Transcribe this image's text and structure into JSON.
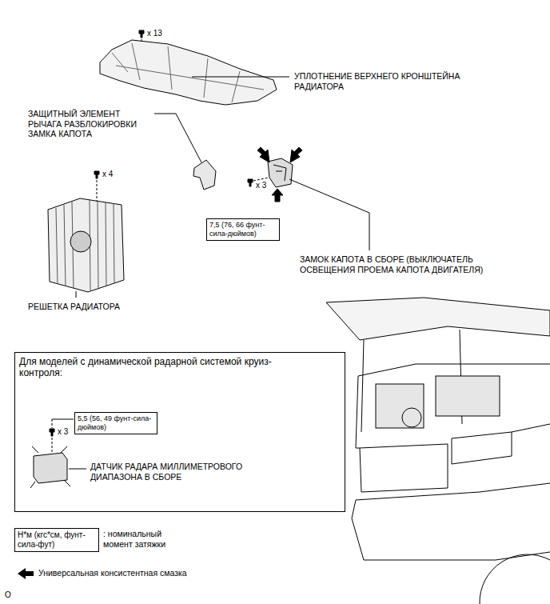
{
  "diagram": {
    "nodes": [
      {
        "text": [
          "7,5 (76, 66 фунт-сила-дюймов)"
        ]
      },
      {
        "text": [
          "Для моделей с динамической радарной системой круиз-контроля:"
        ]
      },
      {
        "text": [
          "5,5 (56, 49 фунт-сила-дюймов)"
        ],
        "in": 1
      },
      {
        "text": [
          "Н*м (кгс*см, фунт-сила-фут)"
        ]
      }
    ],
    "labels": [
      "x 13",
      "УПЛОТНЕНИЕ ВЕРХНЕГО КРОНШТЕЙНА РАДИАТОРА",
      "ЗАЩИТНЫЙ ЭЛЕМЕНТ РЫЧАГА РАЗБЛОКИРОВКИ ЗАМКА КАПОТА",
      "x 4",
      "x 3",
      "ЗАМОК КАПОТА В СБОРЕ (ВЫКЛЮЧАТЕЛЬ ОСВЕЩЕНИЯ ПРОЕМА КАПОТА ДВИГАТЕЛЯ)",
      "РЕШЕТКА РАДИАТОРА",
      "x 3",
      "ДАТЧИК РАДАРА МИЛЛИМЕТРОВОГО ДИАПАЗОНА В СБОРЕ",
      "O"
    ],
    "legend": [
      {
        "text": ": номинальный момент затяжки"
      },
      {
        "text": "Универсальная консистентная смазка"
      }
    ]
  }
}
